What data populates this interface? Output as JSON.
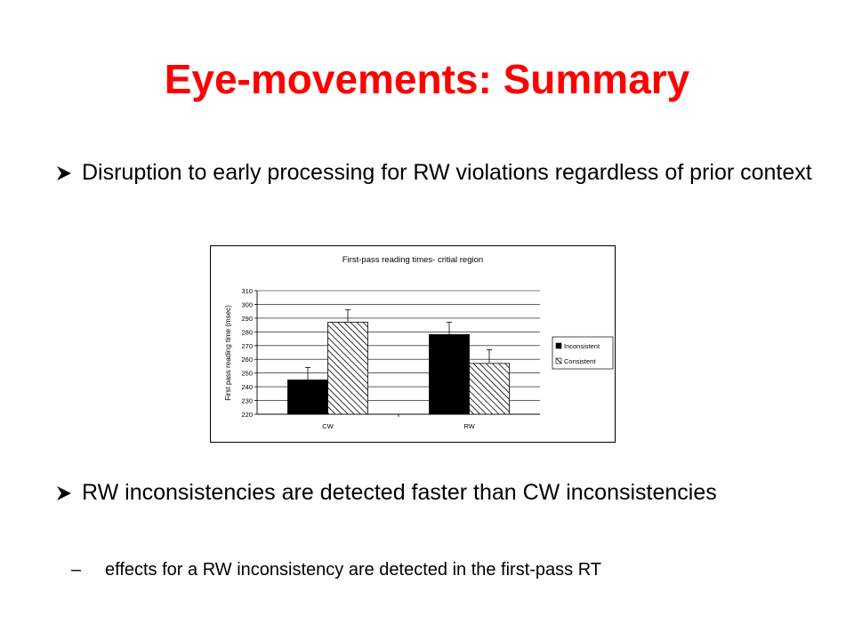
{
  "slide": {
    "title": "Eye-movements: Summary",
    "bullets": [
      "Disruption to early processing for RW violations regardless of prior context",
      "RW inconsistencies are detected faster than CW inconsistencies"
    ],
    "sub_bullets": [
      "effects for a RW  inconsistency are detected in the first-pass RT"
    ],
    "sub_bullet_marker": "–",
    "colors": {
      "title": "#ff0000",
      "text": "#000000"
    }
  },
  "chart_data": {
    "type": "bar",
    "title": "First-pass reading times- critial region",
    "ylabel": "First pass reading time (msec)",
    "xlabel": "",
    "categories": [
      "CW",
      "RW"
    ],
    "ylim": [
      220,
      310
    ],
    "yticks": [
      220,
      230,
      240,
      250,
      260,
      270,
      280,
      290,
      300,
      310
    ],
    "grid": true,
    "legend_position": "right",
    "series": [
      {
        "name": "Inconsistent",
        "values": [
          245,
          278
        ],
        "errors": [
          9,
          9
        ],
        "fill": "solid-black"
      },
      {
        "name": "Consistent",
        "values": [
          287,
          257
        ],
        "errors": [
          9,
          10
        ],
        "fill": "diagonal-hatch"
      }
    ]
  }
}
